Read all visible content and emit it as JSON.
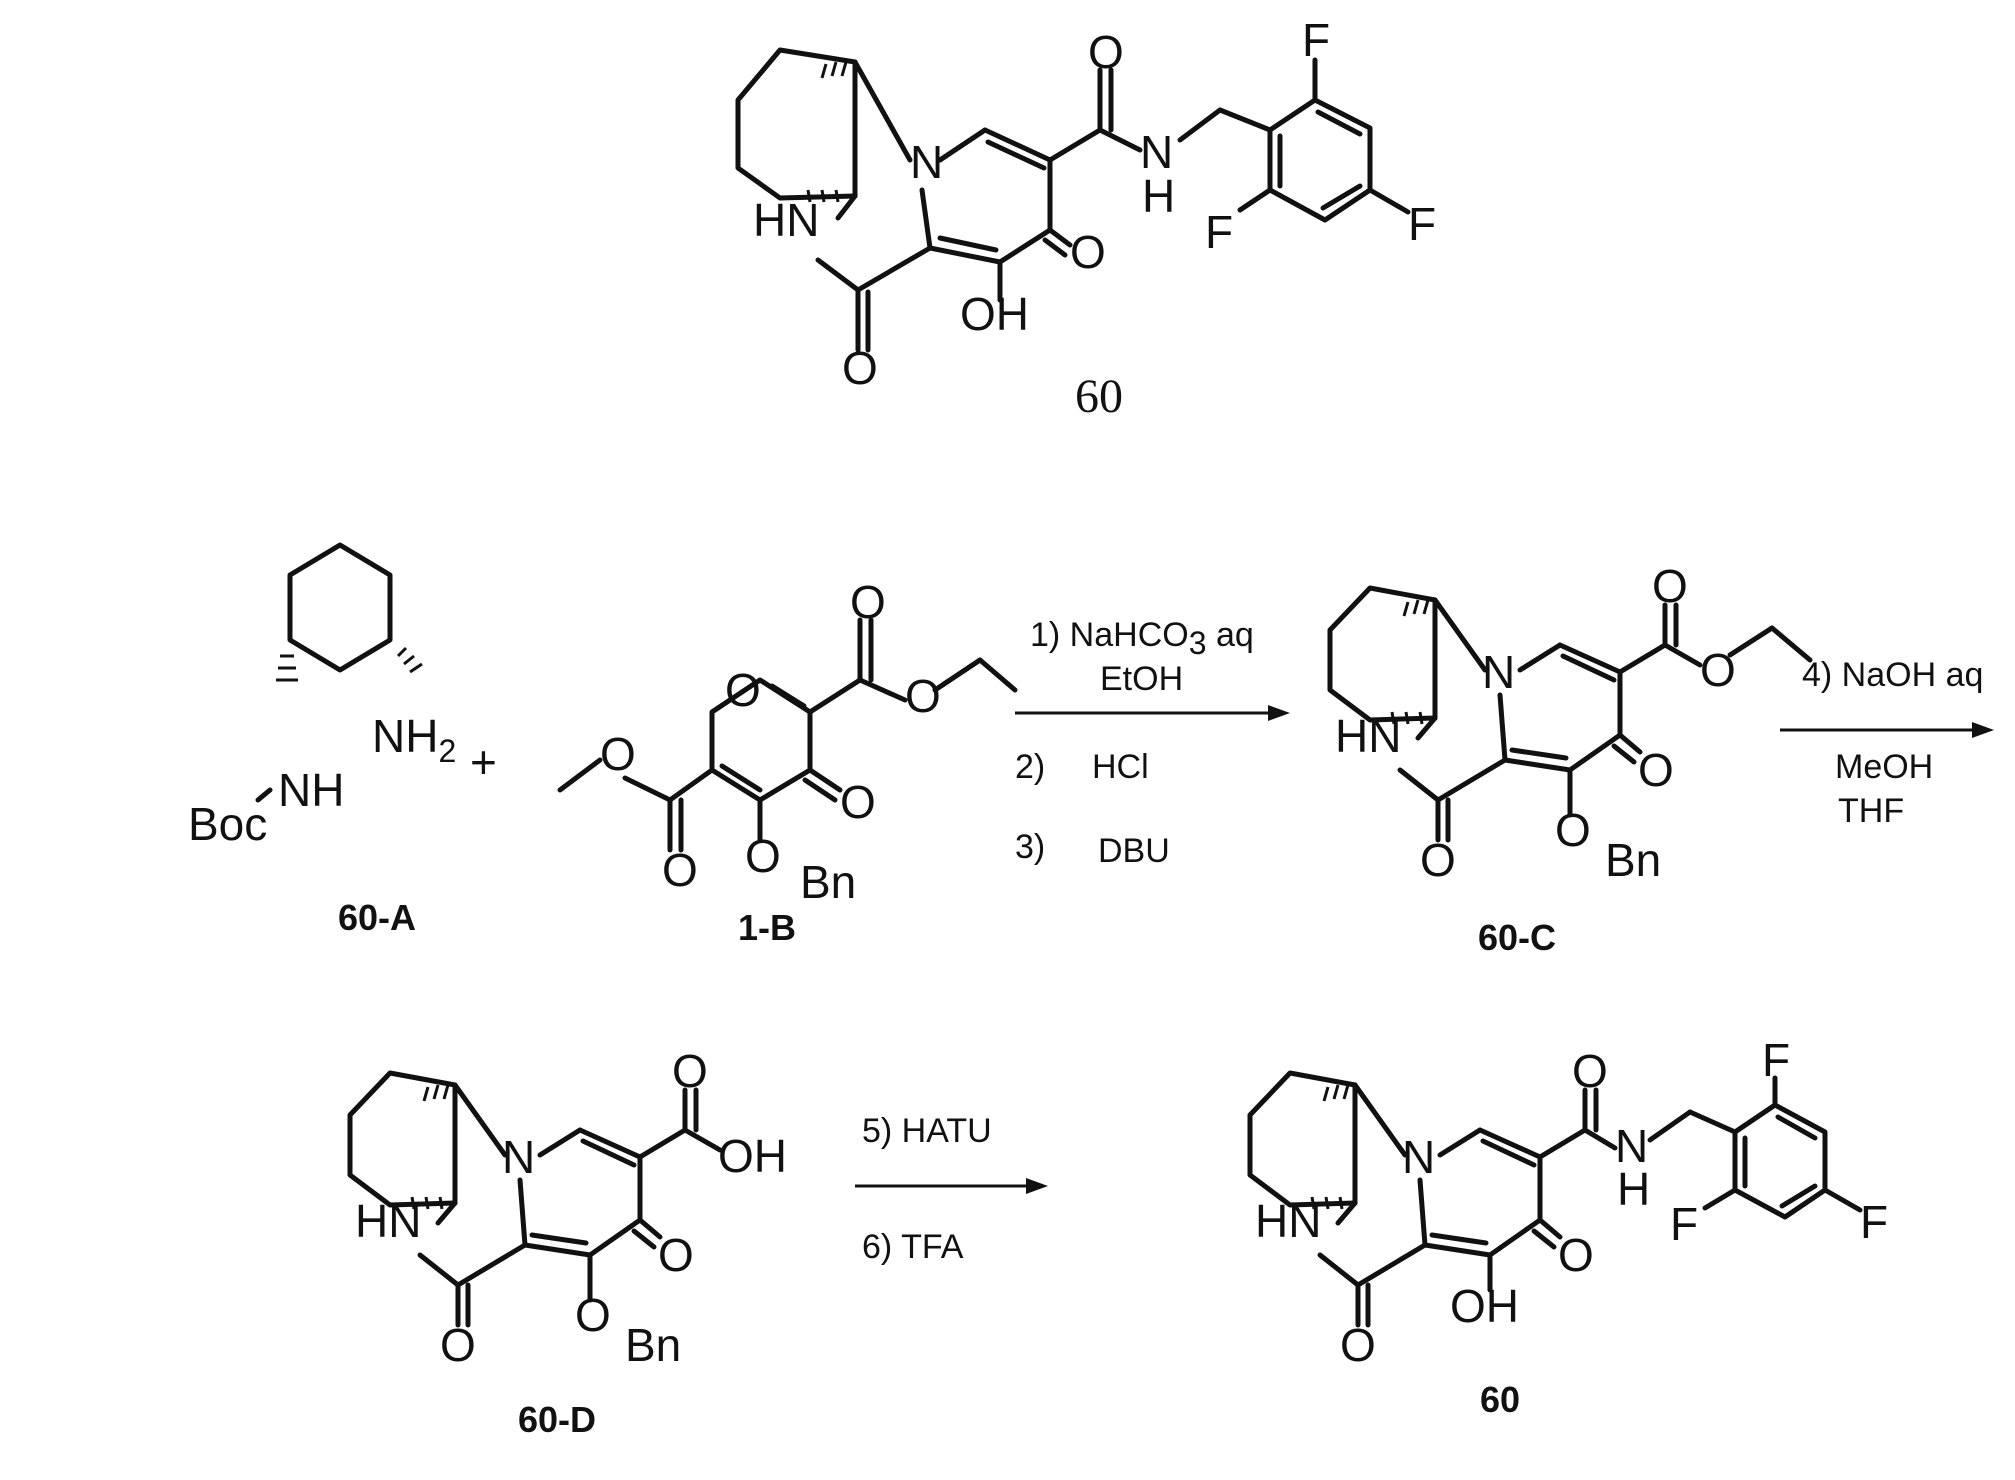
{
  "product_top_label": "60",
  "compounds": {
    "c60A": "60-A",
    "c1B": "1-B",
    "c60C": "60-C",
    "c60D": "60-D",
    "c60_final": "60"
  },
  "plus": "+",
  "atoms": {
    "O": "O",
    "OH": "OH",
    "N": "N",
    "NH": "NH",
    "HN": "HN",
    "H": "H",
    "F": "F",
    "Bn": "Bn",
    "Boc": "Boc",
    "NH2": "NH",
    "NH2_sub": "2"
  },
  "step1": {
    "line1_a": "1) NaHCO",
    "line1_sub": "3",
    "line1_b": " aq",
    "line2": "EtOH",
    "line3_num": "2)",
    "line3_reagent": "HCl",
    "line4_num": "3)",
    "line4_reagent": "DBU"
  },
  "step2": {
    "line1": "4) NaOH aq",
    "line2": "MeOH",
    "line3": "THF"
  },
  "step3": {
    "line1": "5) HATU",
    "line2": "6) TFA"
  }
}
